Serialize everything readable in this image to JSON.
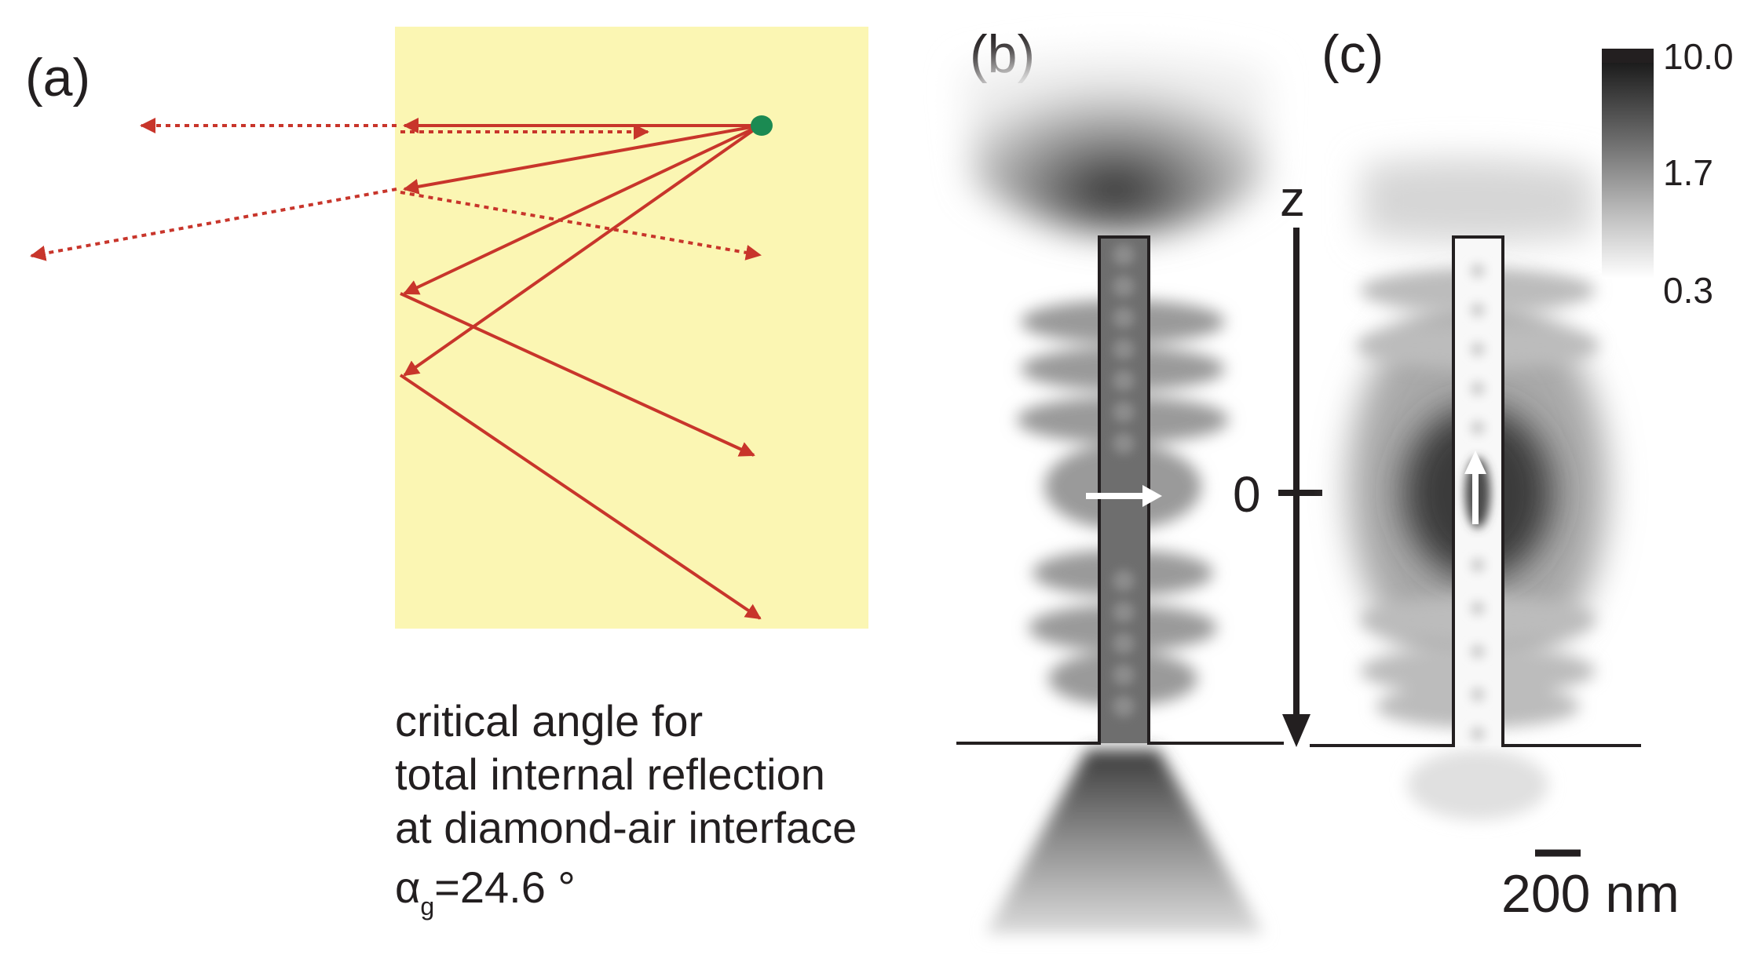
{
  "panels": {
    "a": {
      "label": "(a)",
      "caption_lines": [
        "critical angle for",
        "total internal reflection",
        "at diamond-air interface"
      ],
      "angle_symbol": "α",
      "angle_subscript": "g",
      "angle_value": "=24.6 °"
    },
    "b": {
      "label": "(b)",
      "dipole_orientation": "horizontal"
    },
    "c": {
      "label": "(c)",
      "dipole_orientation": "vertical"
    }
  },
  "z_axis": {
    "label": "z",
    "zero_label": "0"
  },
  "colorbar": {
    "ticks": [
      "10.0",
      "1.7",
      "0.3"
    ],
    "scale": "log"
  },
  "scale_bar": {
    "label": "200 nm"
  },
  "colors": {
    "diamond_block": "#fbf6b3",
    "ray": "#c8352b",
    "emitter": "#1b8a52",
    "ink": "#231f20"
  }
}
